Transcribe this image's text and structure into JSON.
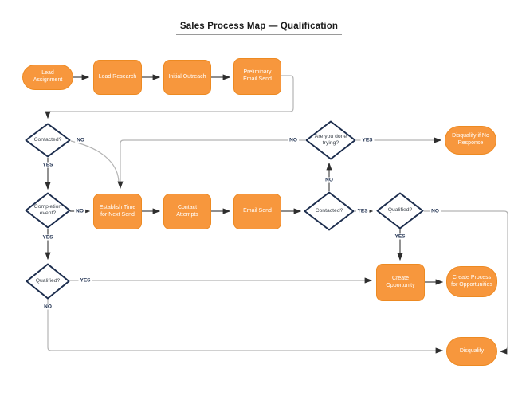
{
  "title": "Sales Process Map — Qualification",
  "colors": {
    "node_fill": "#F7973D",
    "node_border": "#ED8A22",
    "node_text": "#FFFFFF",
    "decision_border": "#1D2E4E",
    "decision_text": "#40474F",
    "connector_dark": "#4A4A4A",
    "connector_light": "#B3B3B3",
    "edge_label_text": "#1D2E4E"
  },
  "nodes": {
    "lead_assignment": {
      "label": "Lead Assignment",
      "shape": "terminator"
    },
    "lead_research": {
      "label": "Lead Research",
      "shape": "process"
    },
    "initial_outreach": {
      "label": "Initial Outreach",
      "shape": "process"
    },
    "preliminary_email_send": {
      "label": "Preliminary Email Send",
      "shape": "process"
    },
    "establish_time": {
      "label": "Establish Time for Next Send",
      "shape": "process"
    },
    "contact_attempts": {
      "label": "Contact Attempts",
      "shape": "process"
    },
    "email_send": {
      "label": "Email Send",
      "shape": "process"
    },
    "create_opportunity": {
      "label": "Create Opportunity",
      "shape": "process"
    },
    "create_process": {
      "label": "Create Process for Opportunities",
      "shape": "terminator"
    },
    "disqualify_no_response": {
      "label": "Disqualify if No Response",
      "shape": "terminator"
    },
    "disqualify": {
      "label": "Disqualify",
      "shape": "terminator"
    }
  },
  "decisions": {
    "contacted_1": {
      "label": "Contacted?"
    },
    "completion_event": {
      "label": "Completion event?"
    },
    "qualified_left": {
      "label": "Qualified?"
    },
    "contacted_2": {
      "label": "Contacted?"
    },
    "done_trying": {
      "label": "Are you done trying?"
    },
    "qualified_right": {
      "label": "Qualified?"
    }
  },
  "edge_labels": {
    "contacted1_no": "NO",
    "contacted1_yes": "YES",
    "completion_no": "NO",
    "completion_yes": "YES",
    "qualified_left_yes": "YES",
    "qualified_left_no": "NO",
    "done_trying_no": "NO",
    "done_trying_yes": "YES",
    "contacted2_no": "NO",
    "contacted2_yes": "YES",
    "qualified_right_no": "NO",
    "qualified_right_yes": "YES"
  }
}
